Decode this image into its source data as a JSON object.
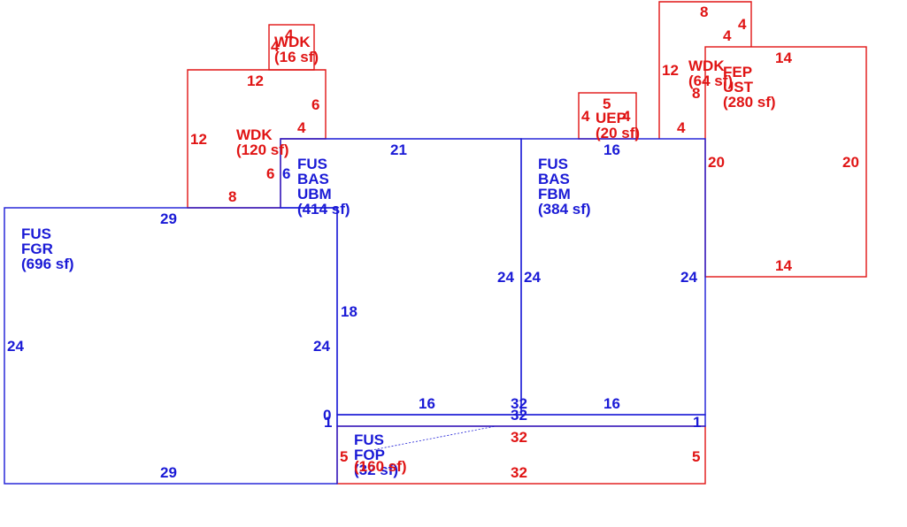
{
  "colors": {
    "blue": "#1a1ad6",
    "red": "#e01414"
  },
  "areas": {
    "fgr": {
      "lines": [
        "FUS",
        "FGR",
        "(696 sf)"
      ]
    },
    "ubm": {
      "lines": [
        "FUS",
        "BAS",
        "UBM",
        "(414 sf)"
      ]
    },
    "fbm": {
      "lines": [
        "FUS",
        "BAS",
        "FBM",
        "(384 sf)"
      ]
    },
    "fop": {
      "lines": [
        "FUS",
        "FOP",
        "(32 sf)"
      ]
    },
    "wdk_small": {
      "lines": [
        "WDK",
        "(16 sf)"
      ]
    },
    "wdk_mid": {
      "lines": [
        "WDK",
        "(120 sf)"
      ]
    },
    "uep": {
      "lines": [
        "UEP",
        "(20 sf)"
      ]
    },
    "wdk_large": {
      "lines": [
        "WDK",
        "(64 sf)"
      ]
    },
    "fep": {
      "lines": [
        "FEP",
        "UST",
        "(280 sf)"
      ]
    },
    "overlap_red": {
      "text": "(160 sf)"
    }
  },
  "dims": {
    "fgr_top": "29",
    "fgr_bottom": "29",
    "fgr_left": "24",
    "fgr_right": "24",
    "ubm_top": "21",
    "ubm_stub": "6",
    "ubm_left": "18",
    "ubm_right": "24",
    "ubm_bottom": "16",
    "fbm_top": "16",
    "fbm_left": "24",
    "fbm_right": "24",
    "fbm_bottom": "16",
    "strip_top": "32",
    "strip_zero": "0",
    "strip_left": "1",
    "strip_right": "1",
    "porch_top": "32",
    "porch_bottom": "32",
    "porch_left": "5",
    "porch_right": "5",
    "wdks_top": "4",
    "wdks_left": "4",
    "wdkm_top": "12",
    "wdkm_left": "12",
    "wdkm_right": "6",
    "wdkm_notch": "4",
    "wdkm_bottom": "8",
    "wdkm_notch_v": "6",
    "uep_top": "5",
    "uep_left": "4",
    "uep_right": "4",
    "wdkl_top": "8",
    "wdkl_r1": "4",
    "wdkl_r2": "4",
    "wdkl_left": "12",
    "wdkl_inner": "8",
    "wdkl_bottom": "4",
    "fep_top": "14",
    "fep_bottom": "14",
    "fep_left": "20",
    "fep_right": "20"
  }
}
